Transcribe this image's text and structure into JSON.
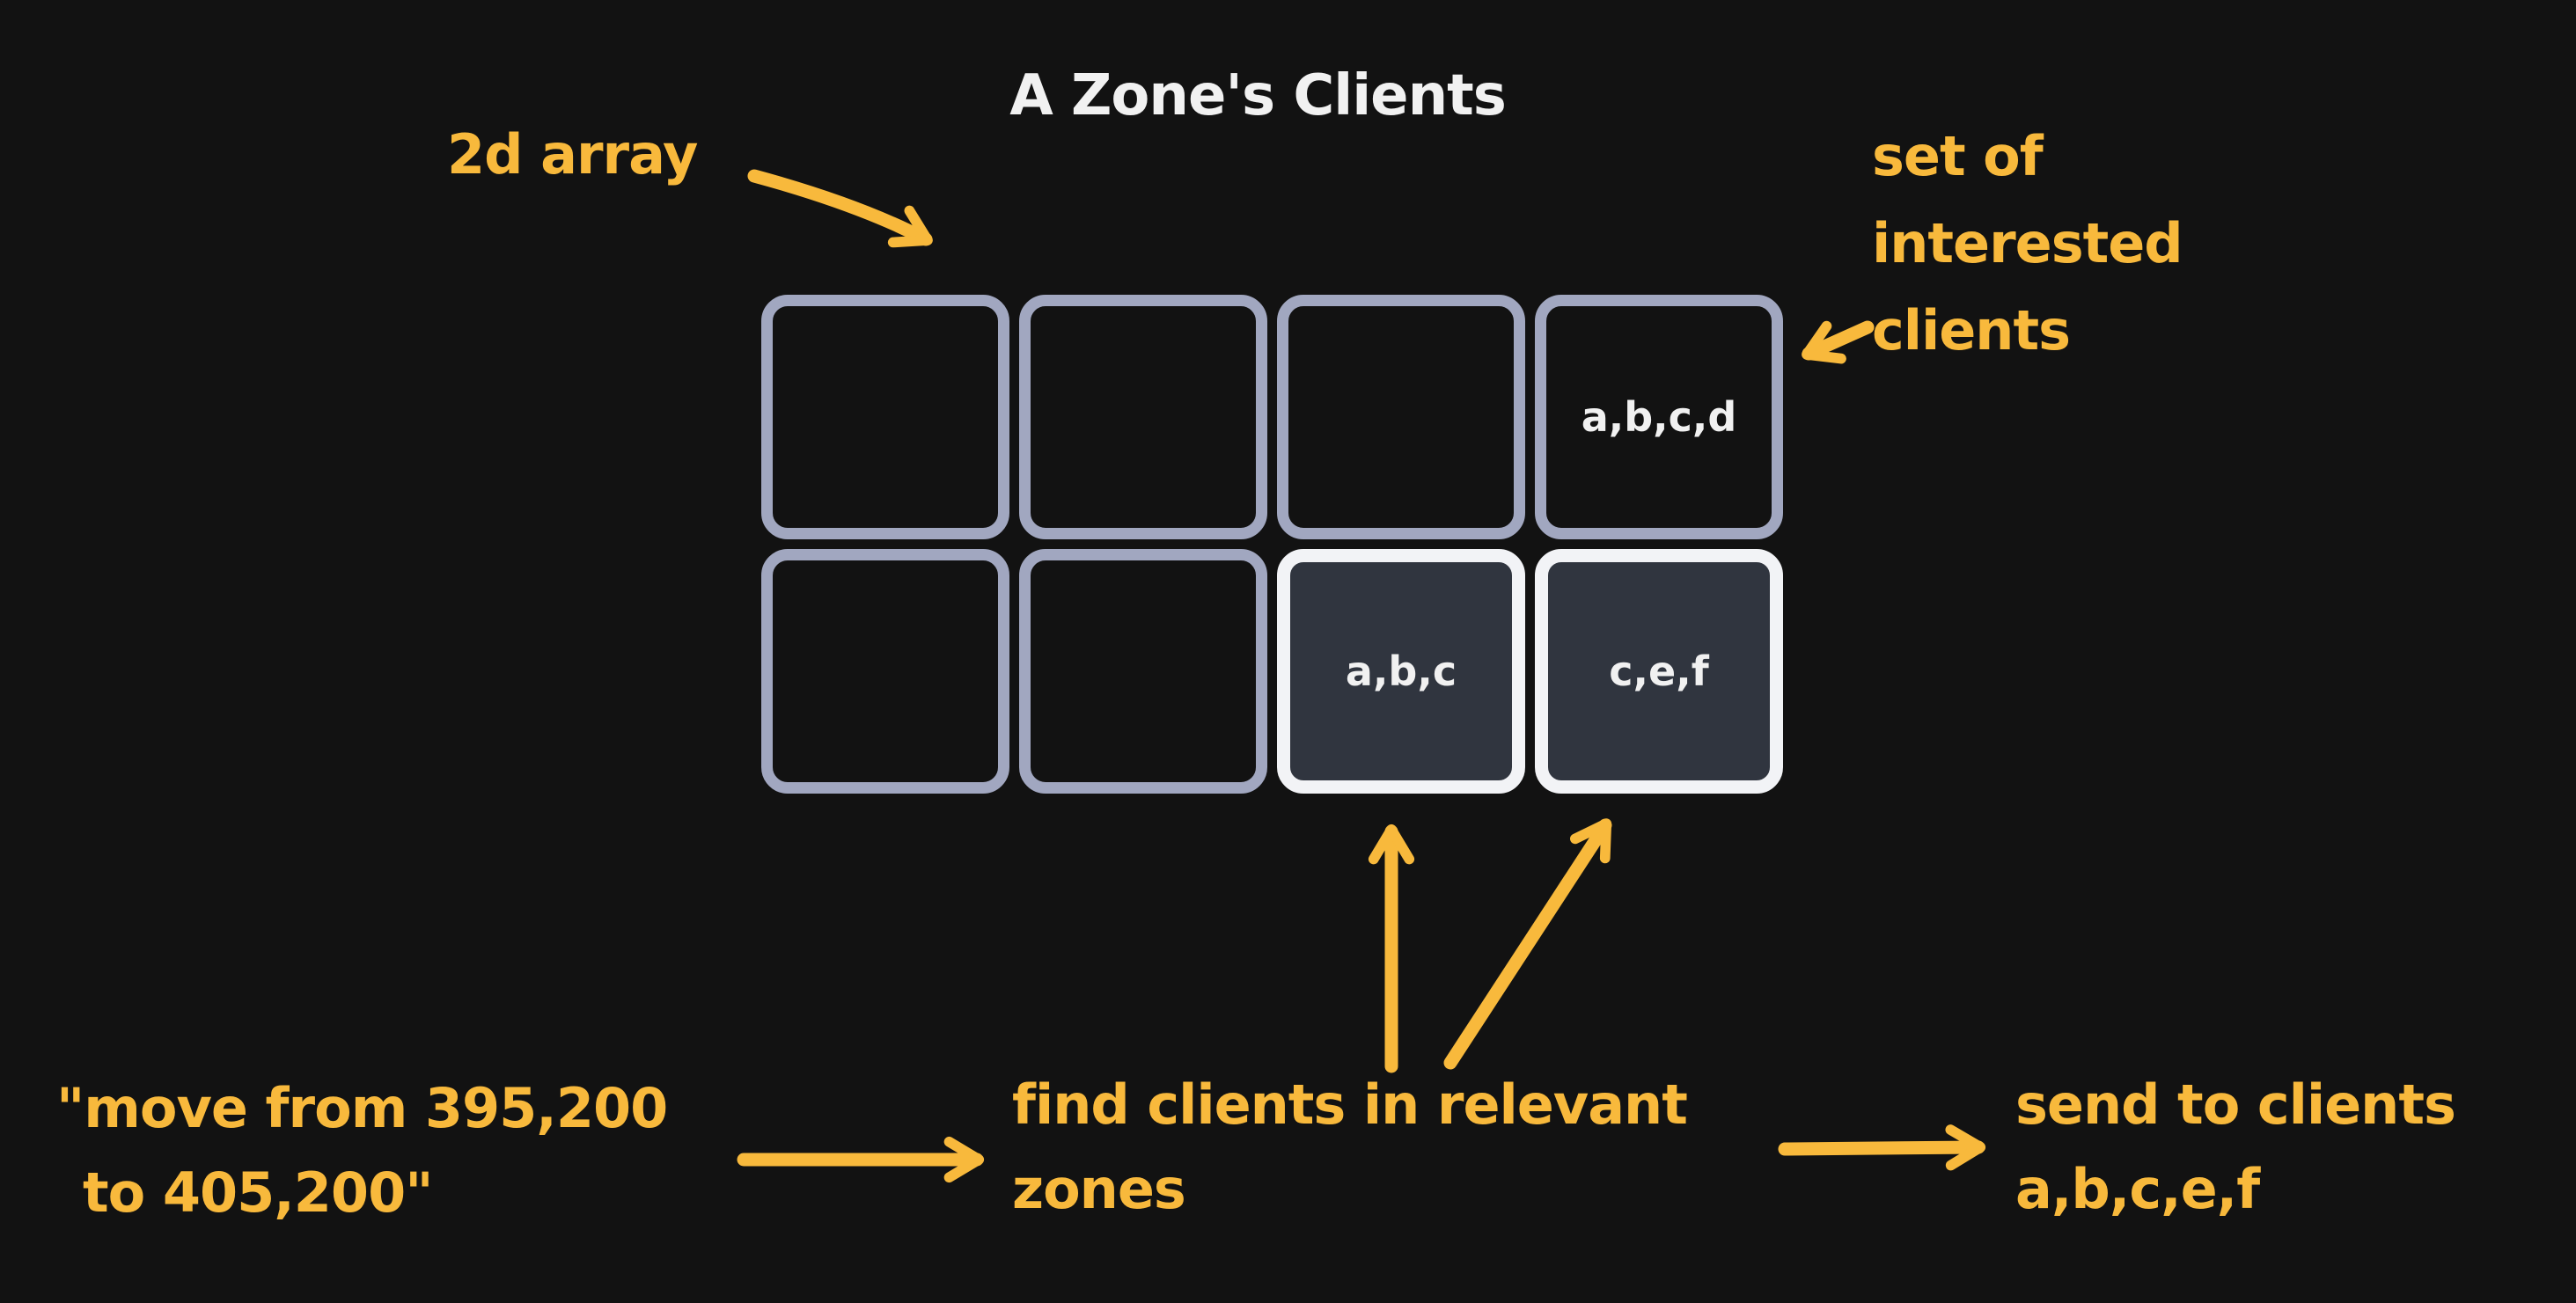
{
  "title": "A Zone's Clients",
  "colors": {
    "background": "#121212",
    "accent_yellow": "#f8b93c",
    "cell_border": "#a1a7c0",
    "highlight_border": "#f2f3f6",
    "highlight_fill": "#30353f",
    "text_white": "#f1f1f1"
  },
  "annotations": {
    "grid_label": "2d array",
    "interest_label": {
      "line1": "set of",
      "line2": "interested",
      "line3": "clients"
    }
  },
  "grid": {
    "rows": 2,
    "cols": 4,
    "cells": [
      {
        "label": "",
        "highlighted": false
      },
      {
        "label": "",
        "highlighted": false
      },
      {
        "label": "",
        "highlighted": false
      },
      {
        "label": "a,b,c,d",
        "highlighted": false
      },
      {
        "label": "",
        "highlighted": false
      },
      {
        "label": "",
        "highlighted": false
      },
      {
        "label": "a,b,c",
        "highlighted": true
      },
      {
        "label": "c,e,f",
        "highlighted": true
      }
    ]
  },
  "flow": {
    "command": {
      "line1": "\"move from 395,200",
      "line2": "to 405,200\""
    },
    "find": {
      "line1": "find clients in relevant",
      "line2": "zones"
    },
    "send": {
      "line1": "send to clients",
      "line2": "a,b,c,e,f"
    }
  }
}
